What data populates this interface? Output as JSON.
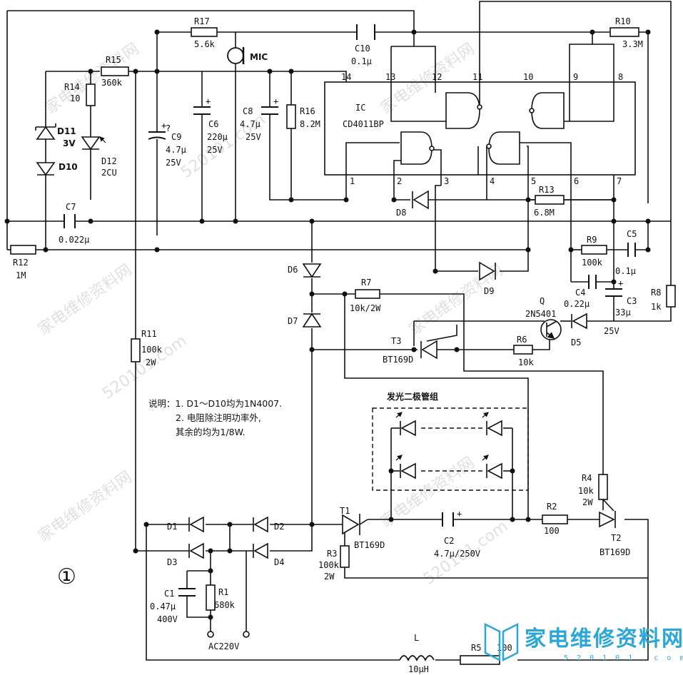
{
  "ic": {
    "name": "IC",
    "part": "CD4011BP"
  },
  "pins": [
    "14",
    "13",
    "12",
    "11",
    "10",
    "9",
    "8",
    "1",
    "2",
    "3",
    "4",
    "5",
    "6",
    "7"
  ],
  "components": {
    "R17": {
      "ref": "R17",
      "val": "5.6k"
    },
    "MIC": {
      "ref": "MIC"
    },
    "C10": {
      "ref": "C10",
      "val": "0.1μ"
    },
    "R10": {
      "ref": "R10",
      "val": "3.3M"
    },
    "R15": {
      "ref": "R15",
      "val": "360k"
    },
    "R14": {
      "ref": "R14",
      "val": "10"
    },
    "D11": {
      "ref": "D11",
      "val": "3V"
    },
    "D12": {
      "ref": "D12",
      "val": "2CU"
    },
    "D10": {
      "ref": "D10"
    },
    "C9": {
      "ref": "C9",
      "val": "4.7μ",
      "v": "25V",
      "q": "?"
    },
    "C6": {
      "ref": "C6",
      "val": "220μ",
      "v": "25V"
    },
    "C8": {
      "ref": "C8",
      "val": "4.7μ",
      "v": "25V"
    },
    "R16": {
      "ref": "R16",
      "val": "8.2M"
    },
    "C7": {
      "ref": "C7",
      "val": "0.022μ"
    },
    "R12": {
      "ref": "R12",
      "val": "1M"
    },
    "D8": {
      "ref": "D8"
    },
    "R13": {
      "ref": "R13",
      "val": "6.8M"
    },
    "R9": {
      "ref": "R9",
      "val": "100k"
    },
    "C5": {
      "ref": "C5",
      "val": "0.1μ"
    },
    "D6": {
      "ref": "D6"
    },
    "D7": {
      "ref": "D7"
    },
    "R7": {
      "ref": "R7",
      "val": "10k/2W"
    },
    "D9": {
      "ref": "D9"
    },
    "C4": {
      "ref": "C4",
      "val": "0.22μ"
    },
    "C3": {
      "ref": "C3",
      "val": "33μ",
      "v": "25V"
    },
    "R8": {
      "ref": "R8",
      "val": "1k"
    },
    "Q": {
      "ref": "Q",
      "val": "2N5401"
    },
    "R11": {
      "ref": "R11",
      "val": "100k",
      "v": "2W"
    },
    "T3": {
      "ref": "T3",
      "val": "BT169D"
    },
    "R6": {
      "ref": "R6",
      "val": "10k"
    },
    "D5": {
      "ref": "D5"
    },
    "R4": {
      "ref": "R4",
      "val": "10k",
      "v": "2W"
    },
    "T1": {
      "ref": "T1",
      "val": "BT169D"
    },
    "C2": {
      "ref": "C2",
      "val": "4.7μ/250V"
    },
    "R2": {
      "ref": "R2",
      "val": "100"
    },
    "T2": {
      "ref": "T2",
      "val": "BT169D"
    },
    "R3": {
      "ref": "R3",
      "val": "100k",
      "v": "2W"
    },
    "D1": {
      "ref": "D1"
    },
    "D2": {
      "ref": "D2"
    },
    "D3": {
      "ref": "D3"
    },
    "D4": {
      "ref": "D4"
    },
    "C1": {
      "ref": "C1",
      "val": "0.47μ",
      "v": "400V"
    },
    "R1": {
      "ref": "R1",
      "val": "680k"
    },
    "AC": {
      "ref": "AC220V"
    },
    "L": {
      "ref": "L",
      "val": "10μH"
    },
    "R5": {
      "ref": "R5",
      "val": "100"
    }
  },
  "led_group_label": "发光二极管组",
  "notes": {
    "line1": "说明：1. D1～D10均为1N4007.",
    "line2": "2. 电阻除注明功率外,",
    "line3": "其余的均为1/8W."
  },
  "figure_number": "①",
  "watermark": {
    "text1": "家电维修资料网",
    "text2": "520101.com"
  },
  "logo": {
    "text": "家电维修资料网",
    "url": "5 2 0 1 0 1 . c o m"
  }
}
